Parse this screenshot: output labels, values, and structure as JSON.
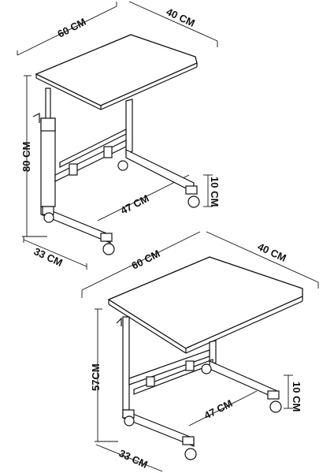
{
  "diagrams": [
    {
      "width_label": "60 CM",
      "depth_label": "40 CM",
      "height_label": "80 CM",
      "base_depth_label": "33 CM",
      "base_width_label": "47 CM",
      "wheel_label": "10 CM"
    },
    {
      "width_label": "60 CM",
      "depth_label": "40 CM",
      "height_label": "57CM",
      "base_depth_label": "33 CM",
      "base_width_label": "47 CM",
      "wheel_label": "10 CM"
    }
  ]
}
